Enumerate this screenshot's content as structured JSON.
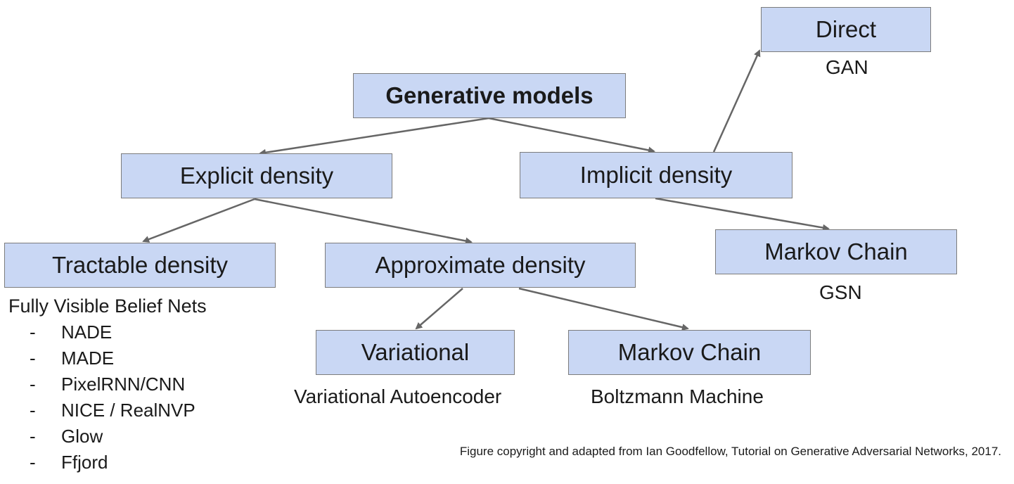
{
  "nodes": {
    "generative_models": "Generative models",
    "explicit_density": "Explicit density",
    "implicit_density": "Implicit density",
    "direct": "Direct",
    "tractable_density": "Tractable density",
    "approximate_density": "Approximate density",
    "markov_chain_implicit": "Markov Chain",
    "variational": "Variational",
    "markov_chain_approx": "Markov Chain"
  },
  "labels": {
    "gan": "GAN",
    "gsn": "GSN",
    "variational_autoencoder": "Variational Autoencoder",
    "boltzmann_machine": "Boltzmann Machine"
  },
  "tractable_list": {
    "title": "Fully Visible Belief Nets",
    "bullet": "-",
    "items": [
      "NADE",
      "MADE",
      "PixelRNN/CNN",
      "NICE / RealNVP",
      "Glow",
      "Ffjord"
    ]
  },
  "caption": "Figure copyright and adapted from Ian Goodfellow, Tutorial on Generative Adversarial Networks, 2017.",
  "colors": {
    "node_fill": "#c9d7f4",
    "node_border": "#7c7c7c",
    "arrow": "#666666"
  }
}
